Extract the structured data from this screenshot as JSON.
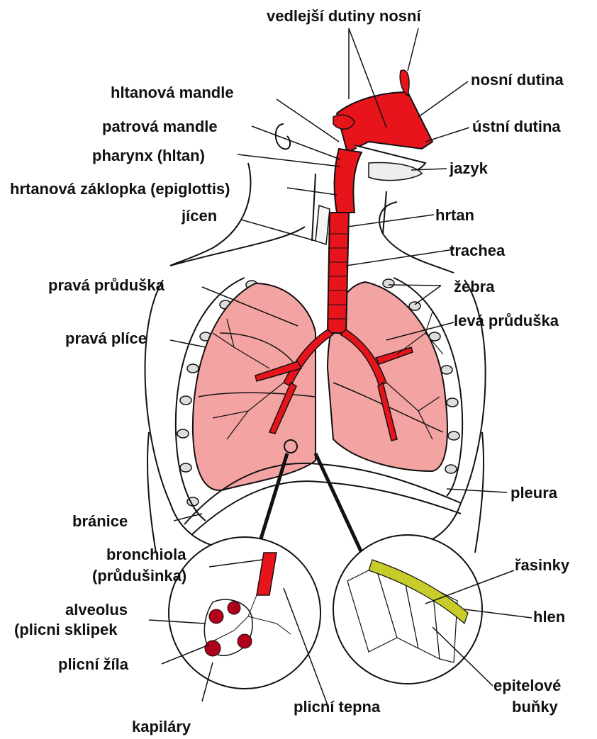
{
  "diagram": {
    "labels": {
      "vedlejsi_dutiny_nosni": "vedlejší dutiny nosní",
      "nosni_dutina": "nosní dutina",
      "ustni_dutina": "ústní dutina",
      "jazyk": "jazyk",
      "hrtan": "hrtan",
      "trachea": "trachea",
      "zebra": "žebra",
      "leva_duska": "levá průduška",
      "pleura": "pleura",
      "rasinky": "řasinky",
      "hlen": "hlen",
      "epitelove_1": "epitelové",
      "epitelove_2": "buňky",
      "plicni_tepna": "plicní tepna",
      "kapilary": "kapiláry",
      "plicni_zila": "plicní žíla",
      "alveolus_1": "alveolus",
      "alveolus_2": "(plicni sklipek",
      "bronchiola_1": "bronchiola",
      "bronchiola_2": "(průdušinka)",
      "branice": "bránice",
      "prava_plice": "pravá plíce",
      "prava_pruduska": "pravá průduška",
      "jicen": "jícen",
      "hrtanova_zaklopka": "hrtanová záklopka (epiglottis)",
      "pharynx": "pharynx (hltan)",
      "patrova_mandle": "patrová mandle",
      "hltanova_mandle": "hltanová mandle"
    },
    "colors": {
      "airway_red": "#e8141c",
      "lung_pink": "#f4a3a3",
      "outline": "#111111",
      "mucus_yellow": "#c8cc2a"
    }
  }
}
